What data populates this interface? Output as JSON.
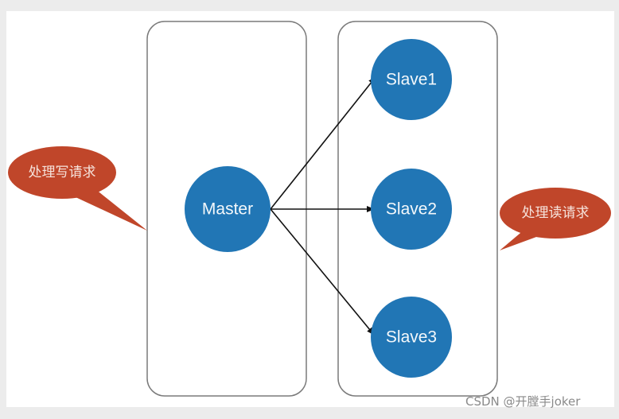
{
  "diagram": {
    "master": {
      "label": "Master"
    },
    "slaves": [
      {
        "label": "Slave1"
      },
      {
        "label": "Slave2"
      },
      {
        "label": "Slave3"
      }
    ],
    "callouts": {
      "write": "处理写请求",
      "read": "处理读请求"
    },
    "colors": {
      "node": "#2176b5",
      "callout": "#c0462a",
      "box_stroke": "#7a7a7a",
      "arrow": "#111111"
    }
  },
  "watermark": "CSDN @开膛手joker"
}
